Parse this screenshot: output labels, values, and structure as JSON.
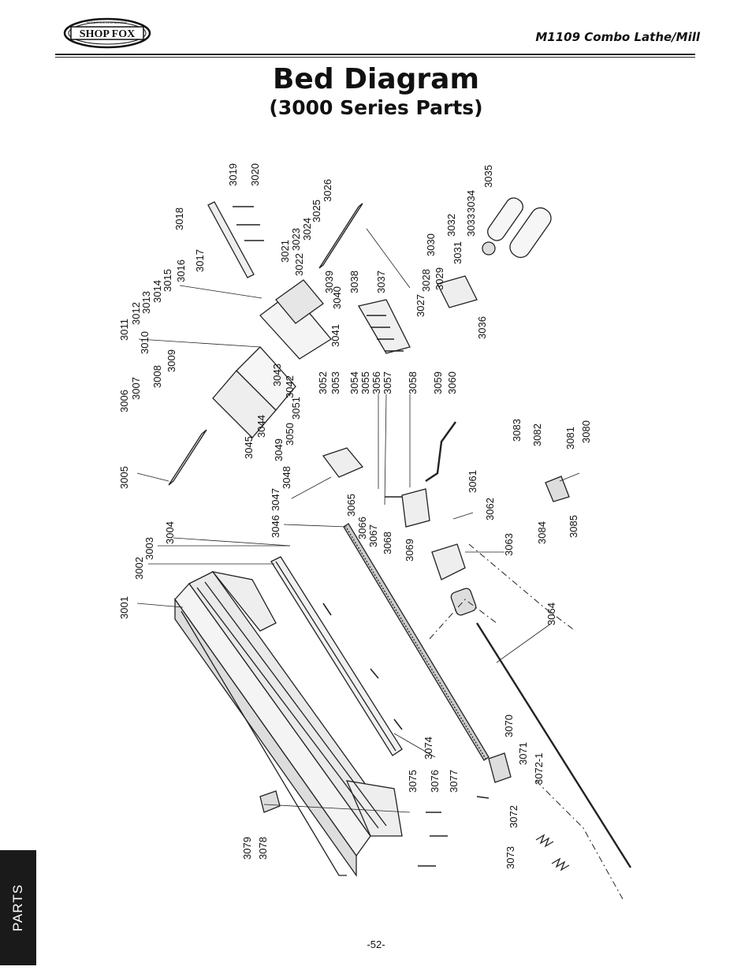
{
  "header": {
    "logo_text": "SHOP FOX",
    "logo_small_text": "WOODSTOCK INTERNATIONAL",
    "model_title": "M1109 Combo Lathe/Mill"
  },
  "title": "Bed Diagram",
  "subtitle": "(3000 Series Parts)",
  "section_tab": "PARTS",
  "page_number": "-52-",
  "labels": {
    "p3001": "3001",
    "p3002": "3002",
    "p3003": "3003",
    "p3004": "3004",
    "p3005": "3005",
    "p3006": "3006",
    "p3007": "3007",
    "p3008": "3008",
    "p3009": "3009",
    "p3010": "3010",
    "p3011": "3011",
    "p3012": "3012",
    "p3013": "3013",
    "p3014": "3014",
    "p3015": "3015",
    "p3016": "3016",
    "p3017": "3017",
    "p3018": "3018",
    "p3019": "3019",
    "p3020": "3020",
    "p3021": "3021",
    "p3022": "3022",
    "p3023": "3023",
    "p3024": "3024",
    "p3025": "3025",
    "p3026": "3026",
    "p3027": "3027",
    "p3028": "3028",
    "p3029": "3029",
    "p3030": "3030",
    "p3031": "3031",
    "p3032": "3032",
    "p3033": "3033",
    "p3034": "3034",
    "p3035": "3035",
    "p3036": "3036",
    "p3037": "3037",
    "p3038": "3038",
    "p3039": "3039",
    "p3040": "3040",
    "p3041": "3041",
    "p3042": "3042",
    "p3043": "3043",
    "p3044": "3044",
    "p3045": "3045",
    "p3046": "3046",
    "p3047": "3047",
    "p3048": "3048",
    "p3049": "3049",
    "p3050": "3050",
    "p3051": "3051",
    "p3052": "3052",
    "p3053": "3053",
    "p3054": "3054",
    "p3055": "3055",
    "p3056": "3056",
    "p3057": "3057",
    "p3058": "3058",
    "p3059": "3059",
    "p3060": "3060",
    "p3061": "3061",
    "p3062": "3062",
    "p3063": "3063",
    "p3064": "3064",
    "p3065": "3065",
    "p3066": "3066",
    "p3067": "3067",
    "p3068": "3068",
    "p3069": "3069",
    "p3070": "3070",
    "p3071": "3071",
    "p3072_1": "3072-1",
    "p3072": "3072",
    "p3073": "3073",
    "p3074": "3074",
    "p3075": "3075",
    "p3076": "3076",
    "p3077": "3077",
    "p3078": "3078",
    "p3079": "3079",
    "p3080": "3080",
    "p3081": "3081",
    "p3082": "3082",
    "p3083": "3083",
    "p3084": "3084",
    "p3085": "3085"
  }
}
